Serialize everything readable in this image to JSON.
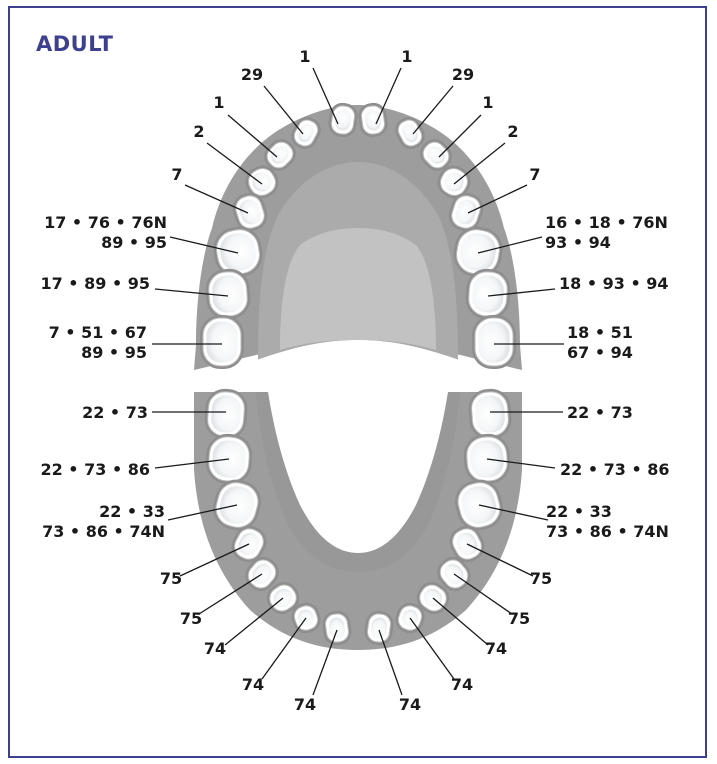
{
  "title": "ADULT",
  "colors": {
    "frame": "#3d3f8f",
    "title": "#3d3f8f",
    "gum": "#9d9d9d",
    "palate": "#ababab",
    "palate_inner": "#c2c2c2",
    "tooth": "#ffffff",
    "label": "#1a1a1a"
  },
  "upper_labels": {
    "incisor_left": "1",
    "incisor_right": "1",
    "lateral_left": "29",
    "lateral_right": "29",
    "canine_left": "1",
    "canine_right": "1",
    "premolar1_left": "2",
    "premolar1_right": "2",
    "premolar2_left": "7",
    "premolar2_right": "7",
    "molar1_left": [
      "17 • 76 • 76N",
      "89 • 95"
    ],
    "molar1_right": [
      "16 • 18 • 76N",
      "93 • 94"
    ],
    "molar2_left": "17 • 89 • 95",
    "molar2_right": "18 • 93 • 94",
    "molar3_left": [
      "7 • 51 • 67",
      "89 • 95"
    ],
    "molar3_right": [
      "18 • 51",
      "67 • 94"
    ]
  },
  "lower_labels": {
    "molar3_left": "22 • 73",
    "molar3_right": "22 • 73",
    "molar2_left": "22 • 73 • 86",
    "molar2_right": "22 • 73 • 86",
    "molar1_left": [
      "22 • 33",
      "73  • 86  • 74N"
    ],
    "molar1_right": [
      "22 • 33",
      "73  • 86  • 74N"
    ],
    "premolar2_left": "75",
    "premolar2_right": "75",
    "premolar1_left": "75",
    "premolar1_right": "75",
    "canine_left": "74",
    "canine_right": "74",
    "lateral_left": "74",
    "lateral_right": "74",
    "incisor_left": "74",
    "incisor_right": "74"
  }
}
